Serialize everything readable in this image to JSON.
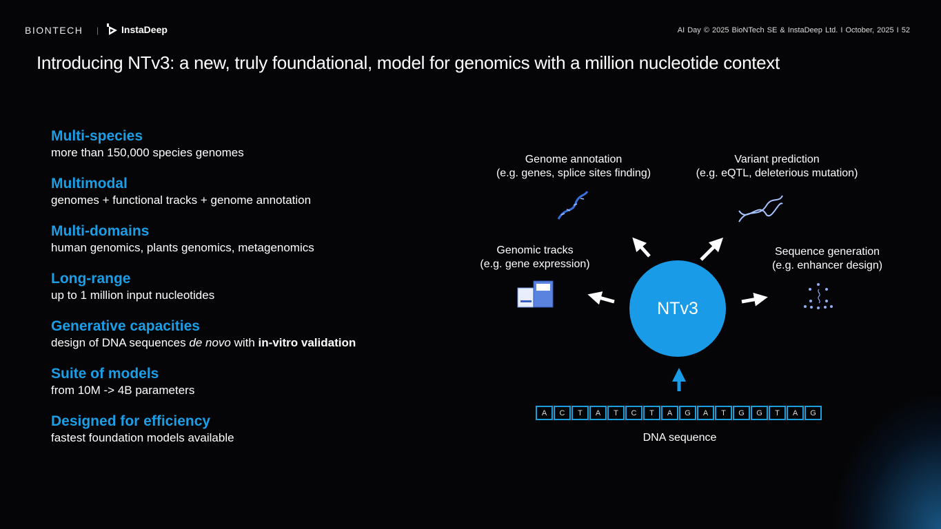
{
  "header": {
    "logo_biontech": "BIONTECH",
    "separator": "|",
    "logo_instadeep": "InstaDeep",
    "footer_text": "AI Day © 2025  BioNTech SE & InstaDeep Ltd.   I   October, 2025    I   52"
  },
  "title": "Introducing NTv3: a new, truly foundational, model for genomics with a million nucleotide context",
  "features": [
    {
      "heading": "Multi-species",
      "text": "more than 150,000 species genomes"
    },
    {
      "heading": "Multimodal",
      "text": "genomes + functional tracks + genome annotation"
    },
    {
      "heading": "Multi-domains",
      "text": "human genomics, plants genomics, metagenomics"
    },
    {
      "heading": "Long-range",
      "text": "up to 1 million input nucleotides"
    },
    {
      "heading": "Generative capacities",
      "text_pre": "design of DNA sequences ",
      "text_italic": "de novo",
      "text_mid": " with ",
      "text_bold": "in-vitro validation"
    },
    {
      "heading": "Suite of models",
      "text": "from 10M -> 4B parameters"
    },
    {
      "heading": "Designed for efficiency",
      "text": "fastest foundation models available"
    }
  ],
  "diagram": {
    "center": "NTv3",
    "genome_annotation": {
      "line1": "Genome annotation",
      "line2": "(e.g. genes, splice sites finding)"
    },
    "variant_prediction": {
      "line1": "Variant prediction",
      "line2": "(e.g. eQTL, deleterious mutation)"
    },
    "genomic_tracks": {
      "line1": "Genomic tracks",
      "line2": "(e.g. gene expression)"
    },
    "sequence_generation": {
      "line1": "Sequence generation",
      "line2": "(e.g. enhancer design)"
    },
    "sequence": [
      "A",
      "C",
      "T",
      "A",
      "T",
      "C",
      "T",
      "A",
      "G",
      "A",
      "T",
      "G",
      "G",
      "T",
      "A",
      "G"
    ],
    "sequence_label": "DNA sequence"
  }
}
